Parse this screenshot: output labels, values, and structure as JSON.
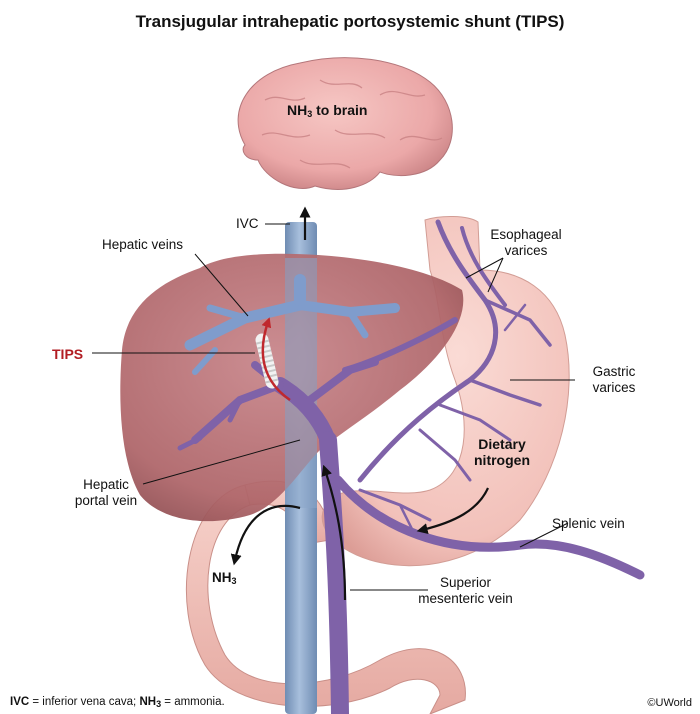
{
  "title": "Transjugular intrahepatic portosystemic shunt (TIPS)",
  "labels": {
    "brain_prefix": "NH",
    "brain_sub": "3",
    "brain_suffix": " to brain",
    "ivc": "IVC",
    "hepatic_veins": "Hepatic veins",
    "tips": "TIPS",
    "hepatic_portal_line1": "Hepatic",
    "hepatic_portal_line2": "portal vein",
    "esophageal_line1": "Esophageal",
    "esophageal_line2": "varices",
    "gastric_line1": "Gastric",
    "gastric_line2": "varices",
    "dietary_line1": "Dietary",
    "dietary_line2": "nitrogen",
    "splenic_vein": "Splenic vein",
    "nh3_prefix": "NH",
    "nh3_sub": "3",
    "smv_line1": "Superior",
    "smv_line2": "mesenteric vein"
  },
  "footer": {
    "ivc_abbr": "IVC",
    "ivc_def": " = inferior vena cava; ",
    "nh3_abbr": "NH",
    "nh3_sub": "3",
    "nh3_def": " = ammonia."
  },
  "copyright": "©UWorld",
  "colors": {
    "brain": "#eba8a8",
    "liver": "#b36a6e",
    "ivc": "#8aa6c8",
    "hepatic_veins": "#7f9ccc",
    "portal": "#7f62a8",
    "stomach": "#f3c4bd",
    "intestine": "#f2c0b8",
    "tips_label": "#b21d23",
    "flow_arrow": "#c0282d"
  }
}
